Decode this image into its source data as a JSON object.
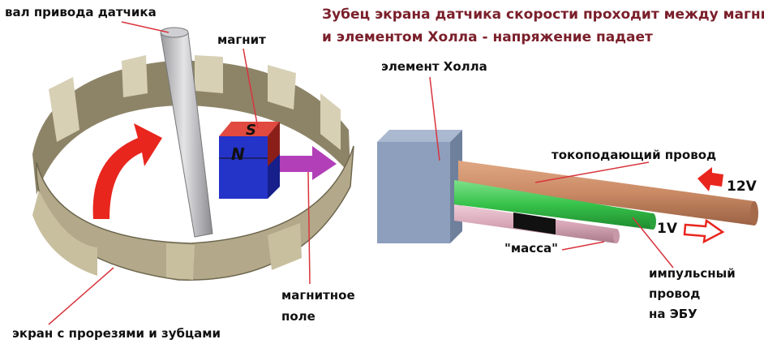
{
  "title": {
    "line1": "Зубец экрана датчика скорости проходит между магнитом",
    "line2": "и элементом Холла - напряжение падает"
  },
  "labels": {
    "shaft": "вал привода датчика",
    "magnet": "магнит",
    "magnet_s": "S",
    "magnet_n": "N",
    "field_line1": "магнитное",
    "field_line2": "поле",
    "hall": "элемент Холла",
    "supply_wire": "токоподающий провод",
    "v12": "12V",
    "v1": "1V",
    "ground": "\"масса\"",
    "signal_line1": "импульсный",
    "signal_line2": "провод",
    "signal_line3": "на ЭБУ",
    "screen": "экран с прорезями и зубцами"
  },
  "colors": {
    "title": "#7a1f2a",
    "leader": "#d9343c",
    "screen": "#b3a98a",
    "magnet_n": "#2433c8",
    "magnet_s": "#c8302a",
    "field_arrow": "#b23fb8",
    "hall": "#8d9fbd",
    "supply_wire": "#c98a64",
    "signal_wire": "#36c24a",
    "ground_wire": "#d8a8b8"
  }
}
